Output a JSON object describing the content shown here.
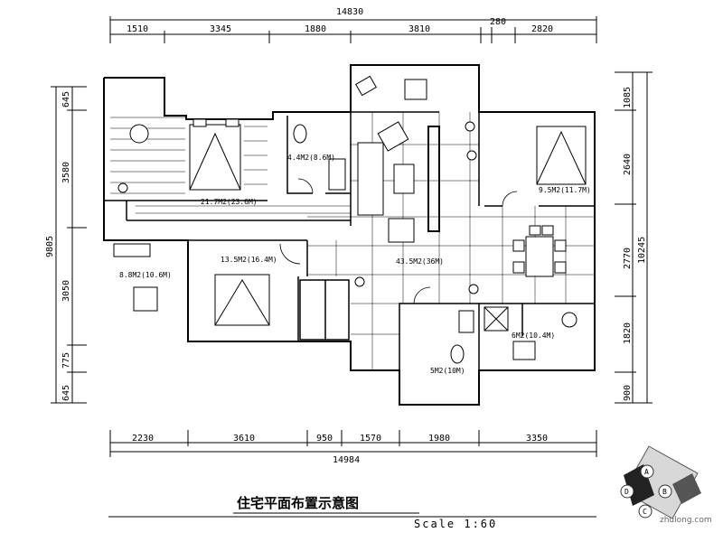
{
  "drawing": {
    "title": "住宅平面布置示意图",
    "scale": "Scale 1:60"
  },
  "dimensions": {
    "top_total": "14830",
    "top_segments": [
      "1510",
      "3345",
      "1880",
      "3810",
      "280",
      "2820"
    ],
    "bottom_total": "14984",
    "bottom_segments": [
      "2230",
      "3610",
      "950",
      "1570",
      "1980",
      "3350"
    ],
    "left_total": "9805",
    "left_segments": [
      "645",
      "3580",
      "3050",
      "775",
      "645"
    ],
    "right_total": "10245",
    "right_segments": [
      "1085",
      "2640",
      "2770",
      "1820",
      "900"
    ]
  },
  "rooms": [
    {
      "id": "master-bedroom",
      "area": "21.7M2(23.6M)"
    },
    {
      "id": "bathroom-1",
      "area": "4.4M2(8.6M)"
    },
    {
      "id": "living-dining",
      "area": "43.5M2(36M)"
    },
    {
      "id": "bedroom-east",
      "area": "9.5M2(11.7M)"
    },
    {
      "id": "study",
      "area": "8.8M2(10.6M)"
    },
    {
      "id": "bedroom-2",
      "area": "13.5M2(16.4M)"
    },
    {
      "id": "kitchen",
      "area": "6M2(10.4M)"
    },
    {
      "id": "bathroom-2",
      "area": "5M2(10M)"
    }
  ],
  "watermark": {
    "text": "zhulong.com",
    "compass_labels": [
      "A",
      "B",
      "C",
      "D"
    ]
  }
}
